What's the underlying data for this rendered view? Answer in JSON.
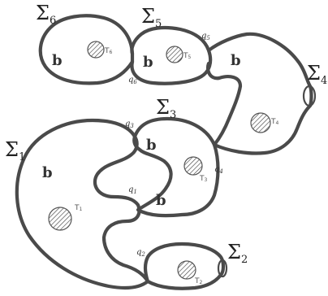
{
  "diagram": {
    "surfaces": [
      {
        "id": "s1",
        "symbol": "Σ",
        "index": "1"
      },
      {
        "id": "s2",
        "symbol": "Σ",
        "index": "2"
      },
      {
        "id": "s3",
        "symbol": "Σ",
        "index": "3"
      },
      {
        "id": "s4",
        "symbol": "Σ",
        "index": "4"
      },
      {
        "id": "s5",
        "symbol": "Σ",
        "index": "5"
      },
      {
        "id": "s6",
        "symbol": "Σ",
        "index": "6"
      }
    ],
    "nodes": [
      {
        "id": "q1",
        "letter": "q",
        "index": "1"
      },
      {
        "id": "q2",
        "letter": "q",
        "index": "2"
      },
      {
        "id": "q3",
        "letter": "q",
        "index": "3"
      },
      {
        "id": "q4",
        "letter": "q",
        "index": "4"
      },
      {
        "id": "q5",
        "letter": "q",
        "index": "5"
      },
      {
        "id": "q6",
        "letter": "q",
        "index": "6"
      }
    ],
    "disks": [
      {
        "id": "T1",
        "letter": "T",
        "index": "1"
      },
      {
        "id": "T2",
        "letter": "T",
        "index": "2"
      },
      {
        "id": "T3",
        "letter": "T",
        "index": "3"
      },
      {
        "id": "T4",
        "letter": "T",
        "index": "4"
      },
      {
        "id": "T5",
        "letter": "T",
        "index": "5"
      },
      {
        "id": "T6",
        "letter": "T",
        "index": "6"
      }
    ],
    "boundary_mark": "b"
  }
}
